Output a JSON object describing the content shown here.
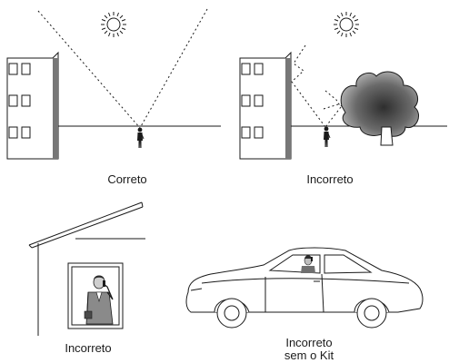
{
  "panels": {
    "correct": {
      "caption": "Correto"
    },
    "incorrect_tree": {
      "caption": "Incorreto"
    },
    "incorrect_indoor": {
      "caption": "Incorreto"
    },
    "incorrect_car": {
      "caption_line1": "Incorreto",
      "caption_line2": "sem o Kit"
    }
  },
  "colors": {
    "ink": "#1a1a1a",
    "wall": "#777777",
    "tree_dark": "#3a3a3a",
    "tree_light": "#a8a8a8"
  },
  "icons": [
    "sun-icon",
    "building-icon",
    "person-icon",
    "tree-icon",
    "house-icon",
    "car-icon"
  ]
}
